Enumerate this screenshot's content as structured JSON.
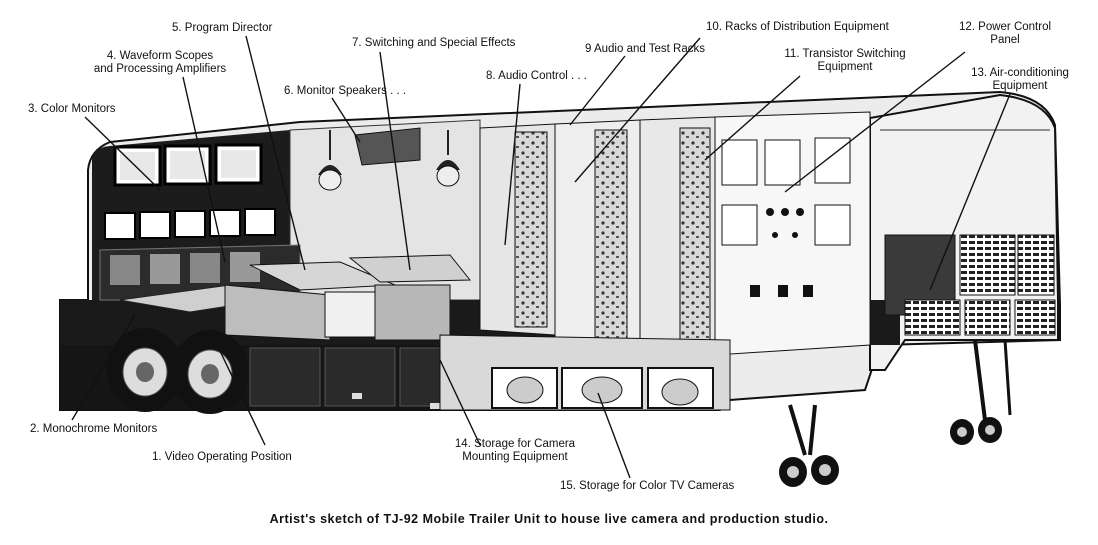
{
  "labels": {
    "l1": "1. Video Operating Position",
    "l2": "2. Monochrome Monitors",
    "l3": "3. Color Monitors",
    "l4a": "4. Waveform Scopes",
    "l4b": "and Processing Amplifiers",
    "l5": "5. Program Director",
    "l6": "6. Monitor Speakers . . .",
    "l7": "7. Switching and Special Effects",
    "l8": "8. Audio Control . . .",
    "l9": "9  Audio and Test Racks",
    "l10": "10. Racks of Distribution Equipment",
    "l11a": "11. Transistor Switching",
    "l11b": "Equipment",
    "l12a": "12. Power Control",
    "l12b": "Panel",
    "l13a": "13. Air-conditioning",
    "l13b": "Equipment",
    "l14a": "14. Storage for Camera",
    "l14b": "Mounting Equipment",
    "l15": "15. Storage for Color TV Cameras"
  },
  "caption": "Artist's sketch of TJ-92 Mobile Trailer Unit to house live camera and production studio."
}
